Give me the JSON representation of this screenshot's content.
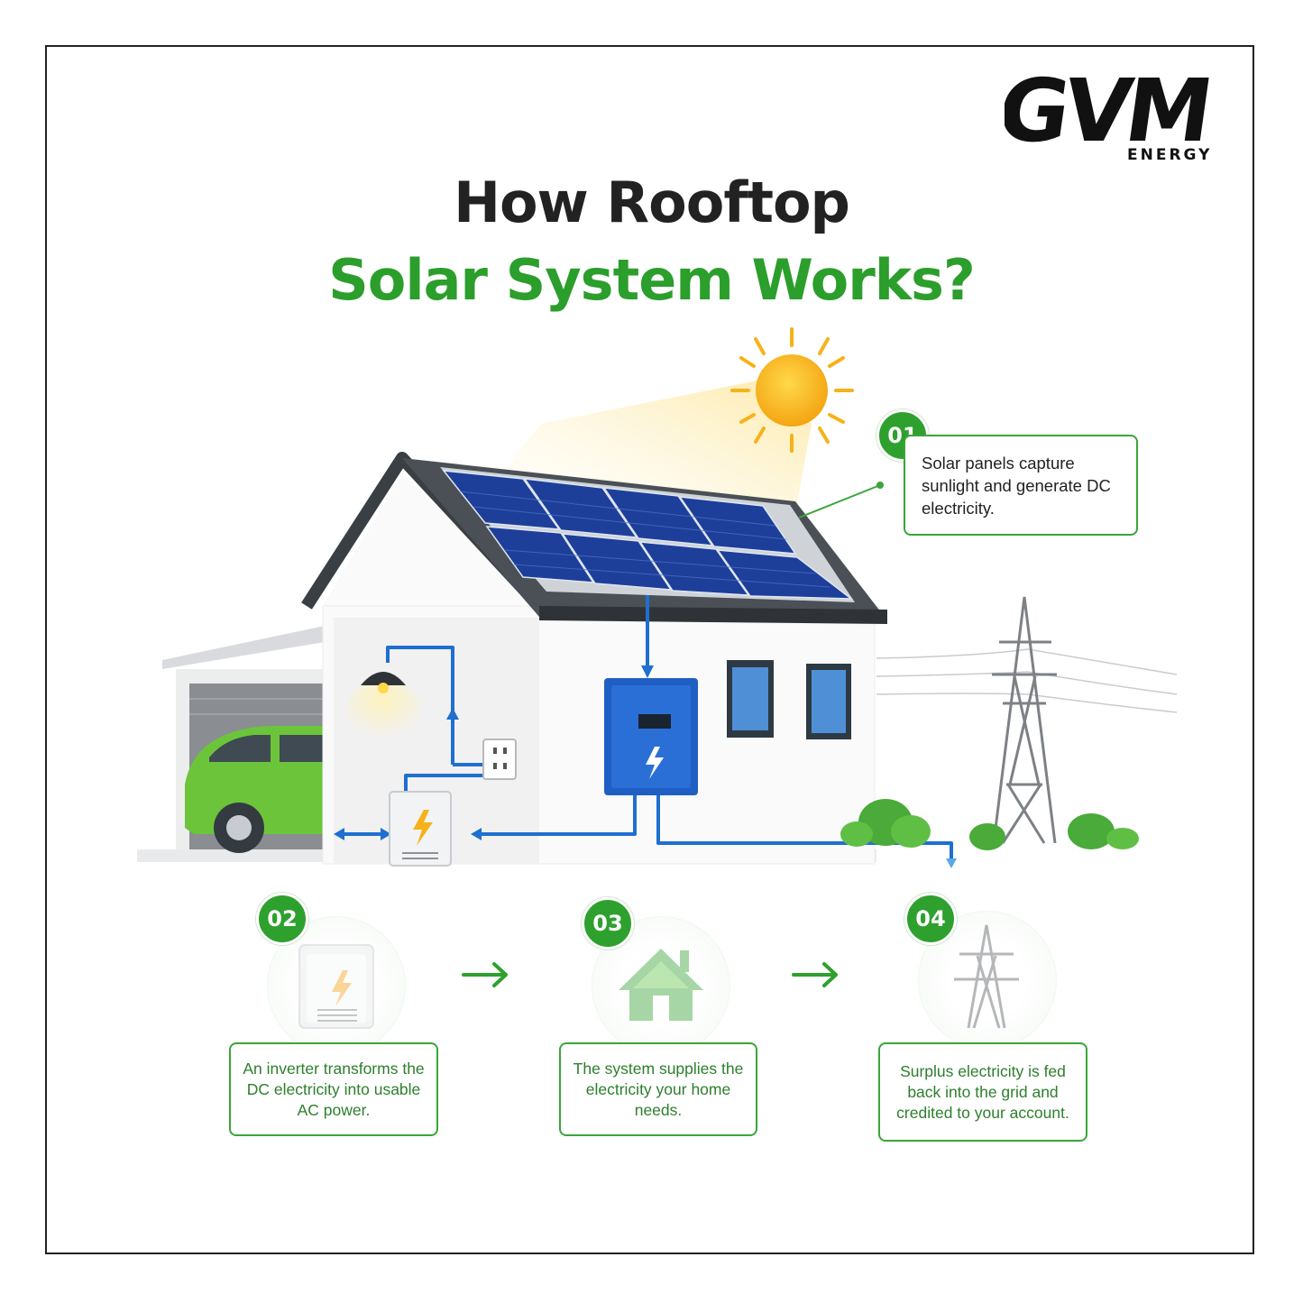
{
  "brand": {
    "logo_text": "GVM",
    "sub_text": "ENERGY"
  },
  "title": {
    "line1": "How Rooftop",
    "line2": "Solar System Works?"
  },
  "steps": [
    {
      "number": "01",
      "text": "Solar panels capture sunlight and generate DC electricity."
    },
    {
      "number": "02",
      "text": "An inverter transforms the DC electricity into usable AC power."
    },
    {
      "number": "03",
      "text": "The system supplies the electricity your home needs."
    },
    {
      "number": "04",
      "text": "Surplus electricity is fed back into the grid and credited to your account."
    }
  ],
  "icons": [
    "sun-icon",
    "solar-panel-icon",
    "inverter-icon",
    "house-icon",
    "transmission-tower-icon",
    "car-icon",
    "lamp-icon",
    "power-outlet-icon",
    "lightning-bolt-icon",
    "arrow-right-icon"
  ],
  "colors": {
    "green": "#2ea02e",
    "dark": "#222222",
    "blue": "#1f5fc4",
    "solar_blue": "#1d3f9a",
    "sun": "#f6b21a"
  }
}
